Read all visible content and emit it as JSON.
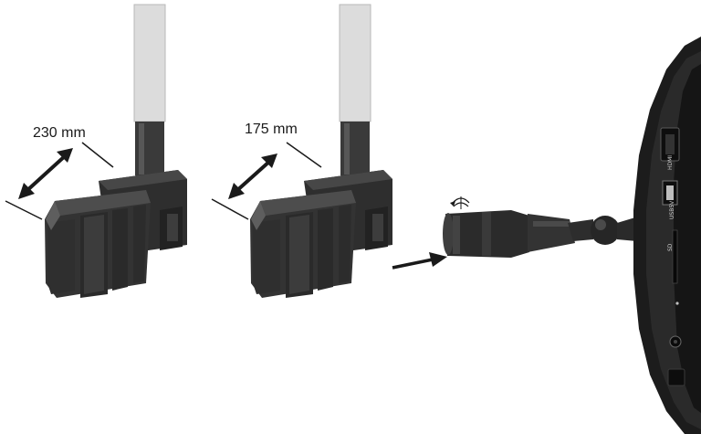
{
  "diagram": {
    "mounts": [
      {
        "id": "mount-large",
        "dimension_label": "230 mm"
      },
      {
        "id": "mount-small",
        "dimension_label": "175 mm"
      }
    ],
    "monitor_ports": {
      "hdmi_label": "HDMI",
      "usb_label": "USB5V",
      "sd_label": "SD"
    },
    "colors": {
      "pole": "#dcdcdc",
      "pole_edge": "#b9b9b9",
      "plastic_dark": "#2b2b2b",
      "plastic_mid": "#3c3c3c",
      "plastic_light": "#5a5a5a",
      "monitor_body": "#1c1c1c",
      "arrow": "#1a1a1a"
    }
  }
}
